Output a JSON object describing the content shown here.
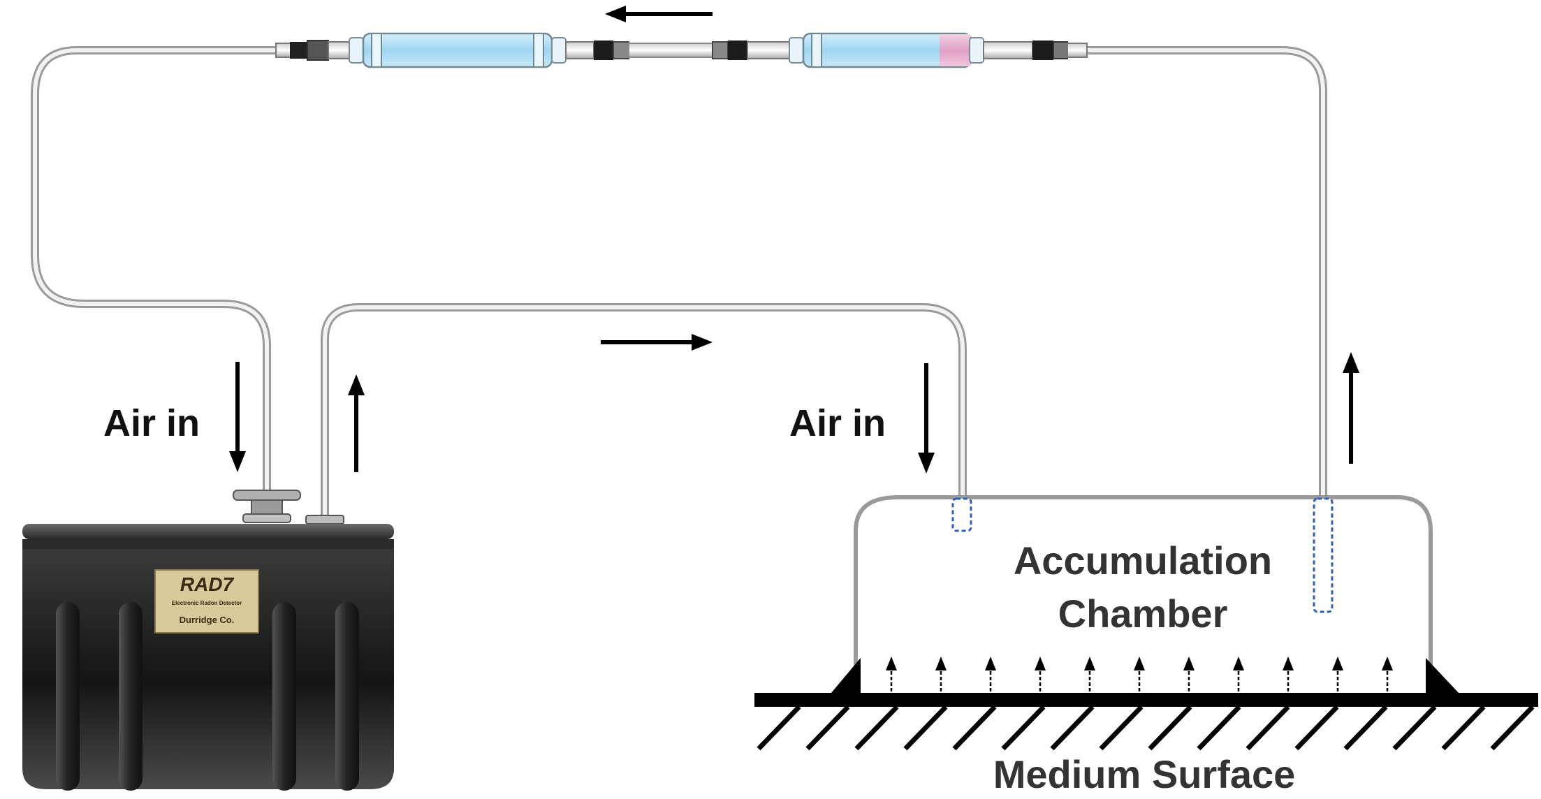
{
  "labels": {
    "air_in_left": "Air in",
    "air_in_right": "Air in",
    "chamber_line1": "Accumulation",
    "chamber_line2": "Chamber",
    "medium_surface": "Medium Surface"
  },
  "device": {
    "name": "RAD7",
    "subtitle": "Electronic Radon Detector",
    "maker": "Durridge Co."
  },
  "colors": {
    "tube_outline": "#9a9a9a",
    "tube_fill": "#eeeeee",
    "filter_blue": "#a8d8f0",
    "filter_pink": "#e4a8c8",
    "device_body": "#1c1c1c",
    "plate_bg": "#d9c89a",
    "ground": "#000000",
    "text": "#333333"
  },
  "icons": {
    "flow_arrow": "arrow-icon",
    "emanation_arrow": "dashed-up-arrow-icon"
  }
}
